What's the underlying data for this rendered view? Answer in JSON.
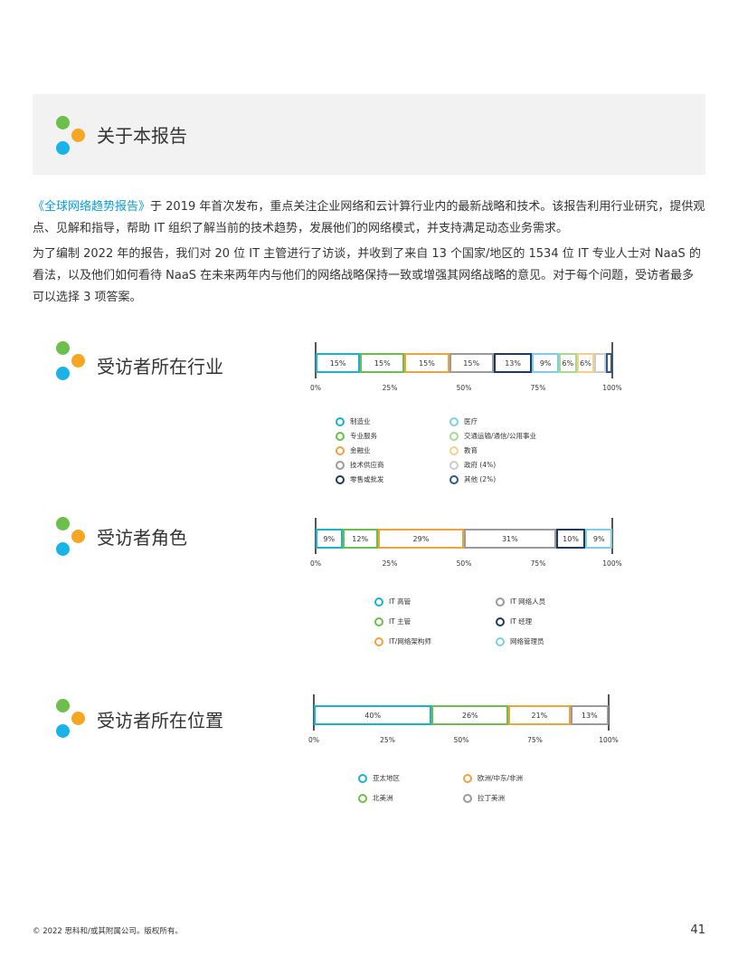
{
  "colors": {
    "teal": "#1ab3cf",
    "green": "#6cbf4b",
    "orange": "#f0a23b",
    "gray": "#9b9b9b",
    "navy": "#1f3b5c",
    "lightblue": "#7ccfe8",
    "lightgreen": "#a9d88f",
    "lightorange": "#f5cf8c",
    "lightgray": "#cccccc",
    "darkblue": "#2b5a8a",
    "accent_link": "#049fd9"
  },
  "header": {
    "title": "关于本报告"
  },
  "intro": {
    "p1_highlight": "《全球网络趋势报告》",
    "p1_rest": "于 2019 年首次发布，重点关注企业网络和云计算行业内的最新战略和技术。该报告利用行业研究，提供观点、见解和指导，帮助 IT 组织了解当前的技术趋势，发展他们的网络模式，并支持满足动态业务需求。",
    "p2": "为了编制 2022 年的报告，我们对 20 位 IT 主管进行了访谈，并收到了来自 13 个国家/地区的 1534 位 IT 专业人士对 NaaS 的看法，以及他们如何看待 NaaS 在未来两年内与他们的网络战略保持一致或增强其网络战略的意见。对于每个问题，受访者最多可以选择 3 项答案。"
  },
  "chart_data": [
    {
      "type": "bar",
      "title": "受访者所在行业",
      "stacked": true,
      "orientation": "horizontal",
      "xlim": [
        0,
        100
      ],
      "ticks": [
        "0%",
        "25%",
        "50%",
        "75%",
        "100%"
      ],
      "series": [
        {
          "name": "制造业",
          "value": 15,
          "label": "15%",
          "color": "#1ab3cf"
        },
        {
          "name": "专业服务",
          "value": 15,
          "label": "15%",
          "color": "#6cbf4b"
        },
        {
          "name": "金融业",
          "value": 15,
          "label": "15%",
          "color": "#f0a23b"
        },
        {
          "name": "技术供应商",
          "value": 15,
          "label": "15%",
          "color": "#9b9b9b"
        },
        {
          "name": "零售或批发",
          "value": 13,
          "label": "13%",
          "color": "#1f3b5c"
        },
        {
          "name": "医疗",
          "value": 9,
          "label": "9%",
          "color": "#7ccfe8"
        },
        {
          "name": "交通运输/通信/公用事业",
          "value": 6,
          "label": "6%",
          "color": "#a9d88f"
        },
        {
          "name": "教育",
          "value": 6,
          "label": "6%",
          "color": "#f5cf8c"
        },
        {
          "name": "政府 (4%)",
          "value": 4,
          "label": "",
          "color": "#cccccc"
        },
        {
          "name": "其他 (2%)",
          "value": 2,
          "label": "",
          "color": "#2b5a8a"
        }
      ],
      "legend_columns": [
        [
          "制造业",
          "专业服务",
          "金融业",
          "技术供应商",
          "零售或批发"
        ],
        [
          "医疗",
          "交通运输/通信/公用事业",
          "教育",
          "政府 (4%)",
          "其他 (2%)"
        ]
      ]
    },
    {
      "type": "bar",
      "title": "受访者角色",
      "stacked": true,
      "orientation": "horizontal",
      "xlim": [
        0,
        100
      ],
      "ticks": [
        "0%",
        "25%",
        "50%",
        "75%",
        "100%"
      ],
      "series": [
        {
          "name": "IT 高管",
          "value": 9,
          "label": "9%",
          "color": "#1ab3cf"
        },
        {
          "name": "IT 主管",
          "value": 12,
          "label": "12%",
          "color": "#6cbf4b"
        },
        {
          "name": "IT/网络架构师",
          "value": 29,
          "label": "29%",
          "color": "#f0a23b"
        },
        {
          "name": "IT 网络人员",
          "value": 31,
          "label": "31%",
          "color": "#9b9b9b"
        },
        {
          "name": "IT 经理",
          "value": 10,
          "label": "10%",
          "color": "#1f3b5c"
        },
        {
          "name": "网络管理员",
          "value": 9,
          "label": "9%",
          "color": "#7ccfe8"
        }
      ],
      "legend_columns": [
        [
          "IT 高管",
          "IT 主管",
          "IT/网络架构师"
        ],
        [
          "IT 网络人员",
          "IT 经理",
          "网络管理员"
        ]
      ]
    },
    {
      "type": "bar",
      "title": "受访者所在位置",
      "stacked": true,
      "orientation": "horizontal",
      "xlim": [
        0,
        100
      ],
      "ticks": [
        "0%",
        "25%",
        "50%",
        "75%",
        "100%"
      ],
      "series": [
        {
          "name": "亚太地区",
          "value": 40,
          "label": "40%",
          "color": "#1ab3cf"
        },
        {
          "name": "北美洲",
          "value": 26,
          "label": "26%",
          "color": "#6cbf4b"
        },
        {
          "name": "欧洲/中东/非洲",
          "value": 21,
          "label": "21%",
          "color": "#f0a23b"
        },
        {
          "name": "拉丁美洲",
          "value": 13,
          "label": "13%",
          "color": "#9b9b9b"
        }
      ],
      "legend_columns": [
        [
          "亚太地区",
          "北美洲"
        ],
        [
          "欧洲/中东/非洲",
          "拉丁美洲"
        ]
      ]
    }
  ],
  "footer": {
    "copyright": "© 2022 思科和/或其附属公司。版权所有。",
    "page_number": "41"
  }
}
